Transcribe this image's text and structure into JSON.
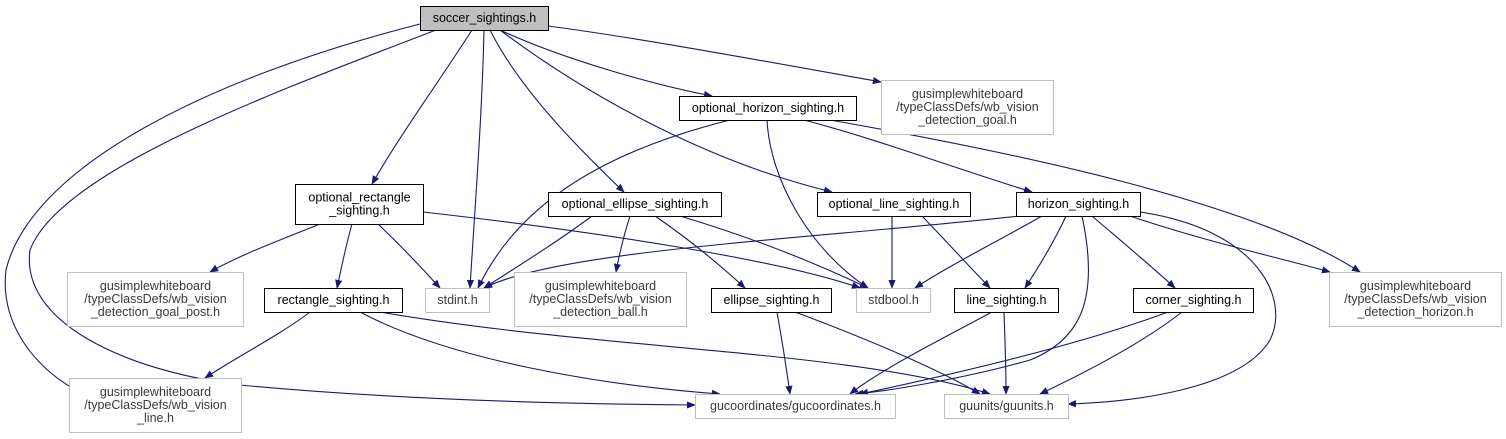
{
  "diagram": {
    "colors": {
      "edge": "#191970",
      "root_fill": "#bfbfbf",
      "internal_border": "#000000",
      "external_border": "#bfbfbf",
      "background": "#ffffff"
    },
    "nodes": [
      {
        "id": "root",
        "kind": "root",
        "lines": [
          "soccer_sightings.h"
        ]
      },
      {
        "id": "ohs",
        "kind": "internal",
        "lines": [
          "optional_horizon_sighting.h"
        ]
      },
      {
        "id": "goal",
        "kind": "external",
        "lines": [
          "gusimplewhiteboard",
          "/typeClassDefs/wb_vision",
          "_detection_goal.h"
        ]
      },
      {
        "id": "ors",
        "kind": "internal",
        "lines": [
          "optional_rectangle",
          "_sighting.h"
        ]
      },
      {
        "id": "oes",
        "kind": "internal",
        "lines": [
          "optional_ellipse_sighting.h"
        ]
      },
      {
        "id": "ols",
        "kind": "internal",
        "lines": [
          "optional_line_sighting.h"
        ]
      },
      {
        "id": "hs",
        "kind": "internal",
        "lines": [
          "horizon_sighting.h"
        ]
      },
      {
        "id": "goalpost",
        "kind": "external",
        "lines": [
          "gusimplewhiteboard",
          "/typeClassDefs/wb_vision",
          "_detection_goal_post.h"
        ]
      },
      {
        "id": "rs",
        "kind": "internal",
        "lines": [
          "rectangle_sighting.h"
        ]
      },
      {
        "id": "stdint",
        "kind": "external",
        "lines": [
          "stdint.h"
        ]
      },
      {
        "id": "ball",
        "kind": "external",
        "lines": [
          "gusimplewhiteboard",
          "/typeClassDefs/wb_vision",
          "_detection_ball.h"
        ]
      },
      {
        "id": "es",
        "kind": "internal",
        "lines": [
          "ellipse_sighting.h"
        ]
      },
      {
        "id": "stdbool",
        "kind": "external",
        "lines": [
          "stdbool.h"
        ]
      },
      {
        "id": "ls",
        "kind": "internal",
        "lines": [
          "line_sighting.h"
        ]
      },
      {
        "id": "cs",
        "kind": "internal",
        "lines": [
          "corner_sighting.h"
        ]
      },
      {
        "id": "horizon",
        "kind": "external",
        "lines": [
          "gusimplewhiteboard",
          "/typeClassDefs/wb_vision",
          "_detection_horizon.h"
        ]
      },
      {
        "id": "line",
        "kind": "external",
        "lines": [
          "gusimplewhiteboard",
          "/typeClassDefs/wb_vision",
          "_line.h"
        ]
      },
      {
        "id": "gucoord",
        "kind": "external",
        "lines": [
          "gucoordinates/gucoordinates.h"
        ]
      },
      {
        "id": "guunits",
        "kind": "external",
        "lines": [
          "guunits/guunits.h"
        ]
      }
    ],
    "edges": [
      {
        "from": "root",
        "to": "ohs"
      },
      {
        "from": "root",
        "to": "goal"
      },
      {
        "from": "root",
        "to": "ors"
      },
      {
        "from": "root",
        "to": "stdint"
      },
      {
        "from": "root",
        "to": "oes"
      },
      {
        "from": "root",
        "to": "ols"
      },
      {
        "from": "root",
        "to": "line"
      },
      {
        "from": "root",
        "to": "gucoord"
      },
      {
        "from": "ohs",
        "to": "stdint"
      },
      {
        "from": "ohs",
        "to": "stdbool"
      },
      {
        "from": "ohs",
        "to": "hs"
      },
      {
        "from": "ohs",
        "to": "horizon"
      },
      {
        "from": "ors",
        "to": "goalpost"
      },
      {
        "from": "ors",
        "to": "rs"
      },
      {
        "from": "ors",
        "to": "stdint"
      },
      {
        "from": "ors",
        "to": "stdbool"
      },
      {
        "from": "oes",
        "to": "stdint"
      },
      {
        "from": "oes",
        "to": "ball"
      },
      {
        "from": "oes",
        "to": "es"
      },
      {
        "from": "oes",
        "to": "stdbool"
      },
      {
        "from": "ols",
        "to": "stdbool"
      },
      {
        "from": "ols",
        "to": "ls"
      },
      {
        "from": "hs",
        "to": "stdint"
      },
      {
        "from": "hs",
        "to": "stdbool"
      },
      {
        "from": "hs",
        "to": "ls"
      },
      {
        "from": "hs",
        "to": "cs"
      },
      {
        "from": "hs",
        "to": "horizon"
      },
      {
        "from": "hs",
        "to": "gucoord"
      },
      {
        "from": "hs",
        "to": "guunits"
      },
      {
        "from": "rs",
        "to": "line"
      },
      {
        "from": "rs",
        "to": "gucoord"
      },
      {
        "from": "rs",
        "to": "guunits"
      },
      {
        "from": "es",
        "to": "gucoord"
      },
      {
        "from": "es",
        "to": "guunits"
      },
      {
        "from": "ls",
        "to": "gucoord"
      },
      {
        "from": "ls",
        "to": "guunits"
      },
      {
        "from": "cs",
        "to": "gucoord"
      },
      {
        "from": "cs",
        "to": "guunits"
      }
    ]
  }
}
